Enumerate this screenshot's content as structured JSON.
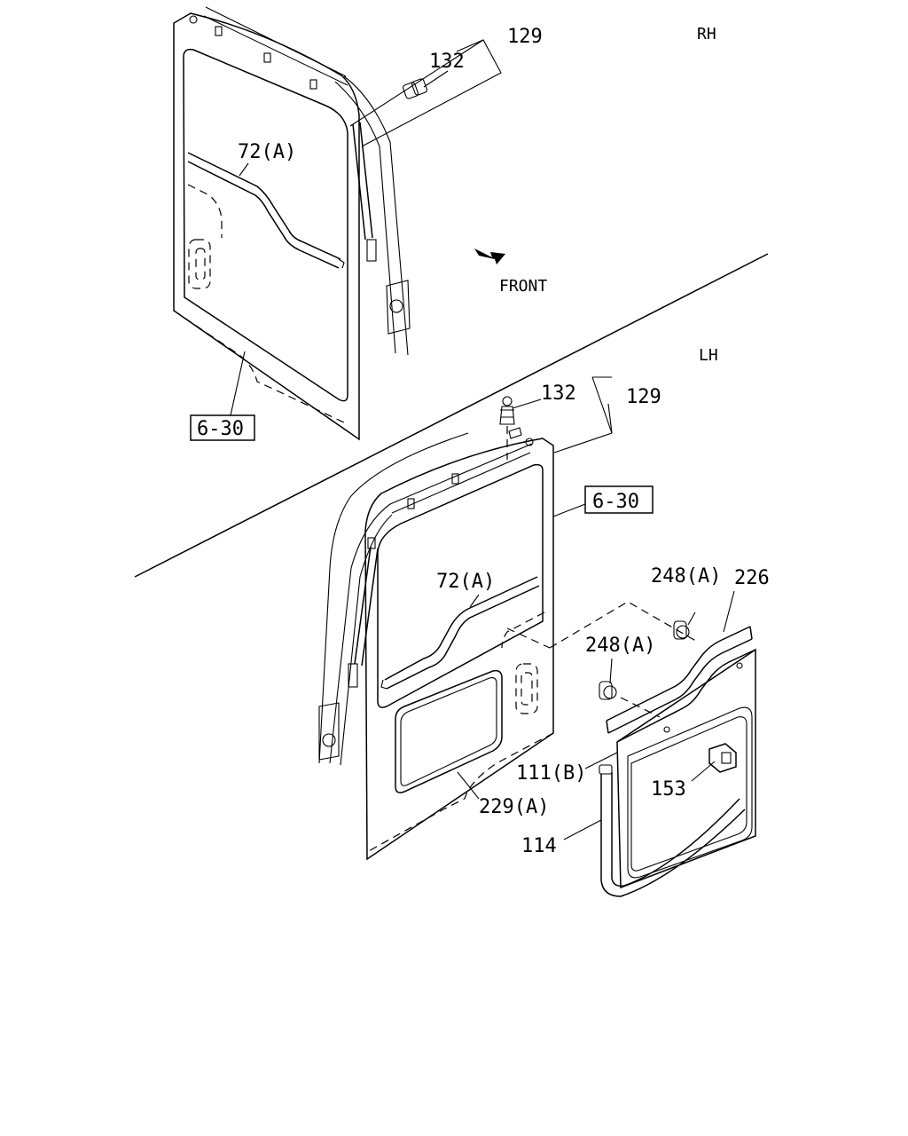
{
  "labels": {
    "rh": "RH",
    "lh": "LH",
    "front": "FRONT",
    "rh_129": "129",
    "rh_132": "132",
    "rh_72a": "72(A)",
    "rh_ref": "6-30",
    "lh_132": "132",
    "lh_129": "129",
    "lh_ref": "6-30",
    "lh_72a": "72(A)",
    "lh_248a_1": "248(A)",
    "lh_226": "226",
    "lh_248a_2": "248(A)",
    "lh_111b": "111(B)",
    "lh_153": "153",
    "lh_229a": "229(A)",
    "lh_114": "114"
  },
  "icons": {
    "front_arrow": "arrow-front-icon"
  }
}
